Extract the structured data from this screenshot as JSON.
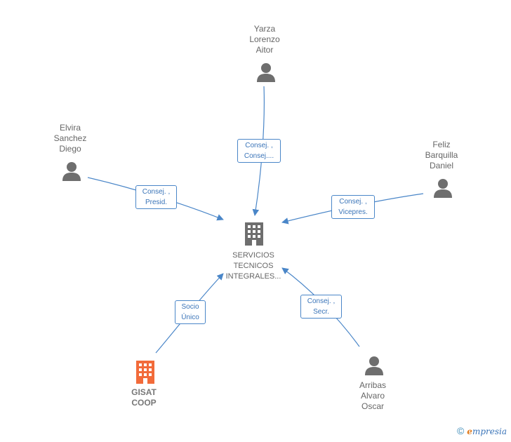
{
  "nodes": {
    "center": {
      "lines": [
        "SERVICIOS",
        "TECNICOS",
        "INTEGRALES..."
      ]
    },
    "yarza": {
      "lines": [
        "Yarza",
        "Lorenzo",
        "Aitor"
      ]
    },
    "elvira": {
      "lines": [
        "Elvira",
        "Sanchez",
        "Diego"
      ]
    },
    "feliz": {
      "lines": [
        "Feliz",
        "Barquilla",
        "Daniel"
      ]
    },
    "arribas": {
      "lines": [
        "Arribas",
        "Alvaro",
        "Oscar"
      ]
    },
    "gisat": {
      "lines": [
        "GISAT",
        "COOP"
      ]
    }
  },
  "edges": {
    "yarza": {
      "lines": [
        "Consej. ,",
        "Consej...."
      ]
    },
    "elvira": {
      "lines": [
        "Consej. ,",
        "Presid."
      ]
    },
    "feliz": {
      "lines": [
        "Consej. ,",
        "Vicepres."
      ]
    },
    "arribas": {
      "lines": [
        "Consej. ,",
        "Secr."
      ]
    },
    "gisat": {
      "lines": [
        "Socio",
        "Único"
      ]
    }
  },
  "colors": {
    "edge": "#4a86c8",
    "person_icon": "#6e6e6e",
    "company_icon": "#6e6e6e",
    "company_icon_highlight": "#f26b3a"
  },
  "brand": {
    "copyright": "©",
    "initial": "e",
    "rest": "mpresia"
  }
}
